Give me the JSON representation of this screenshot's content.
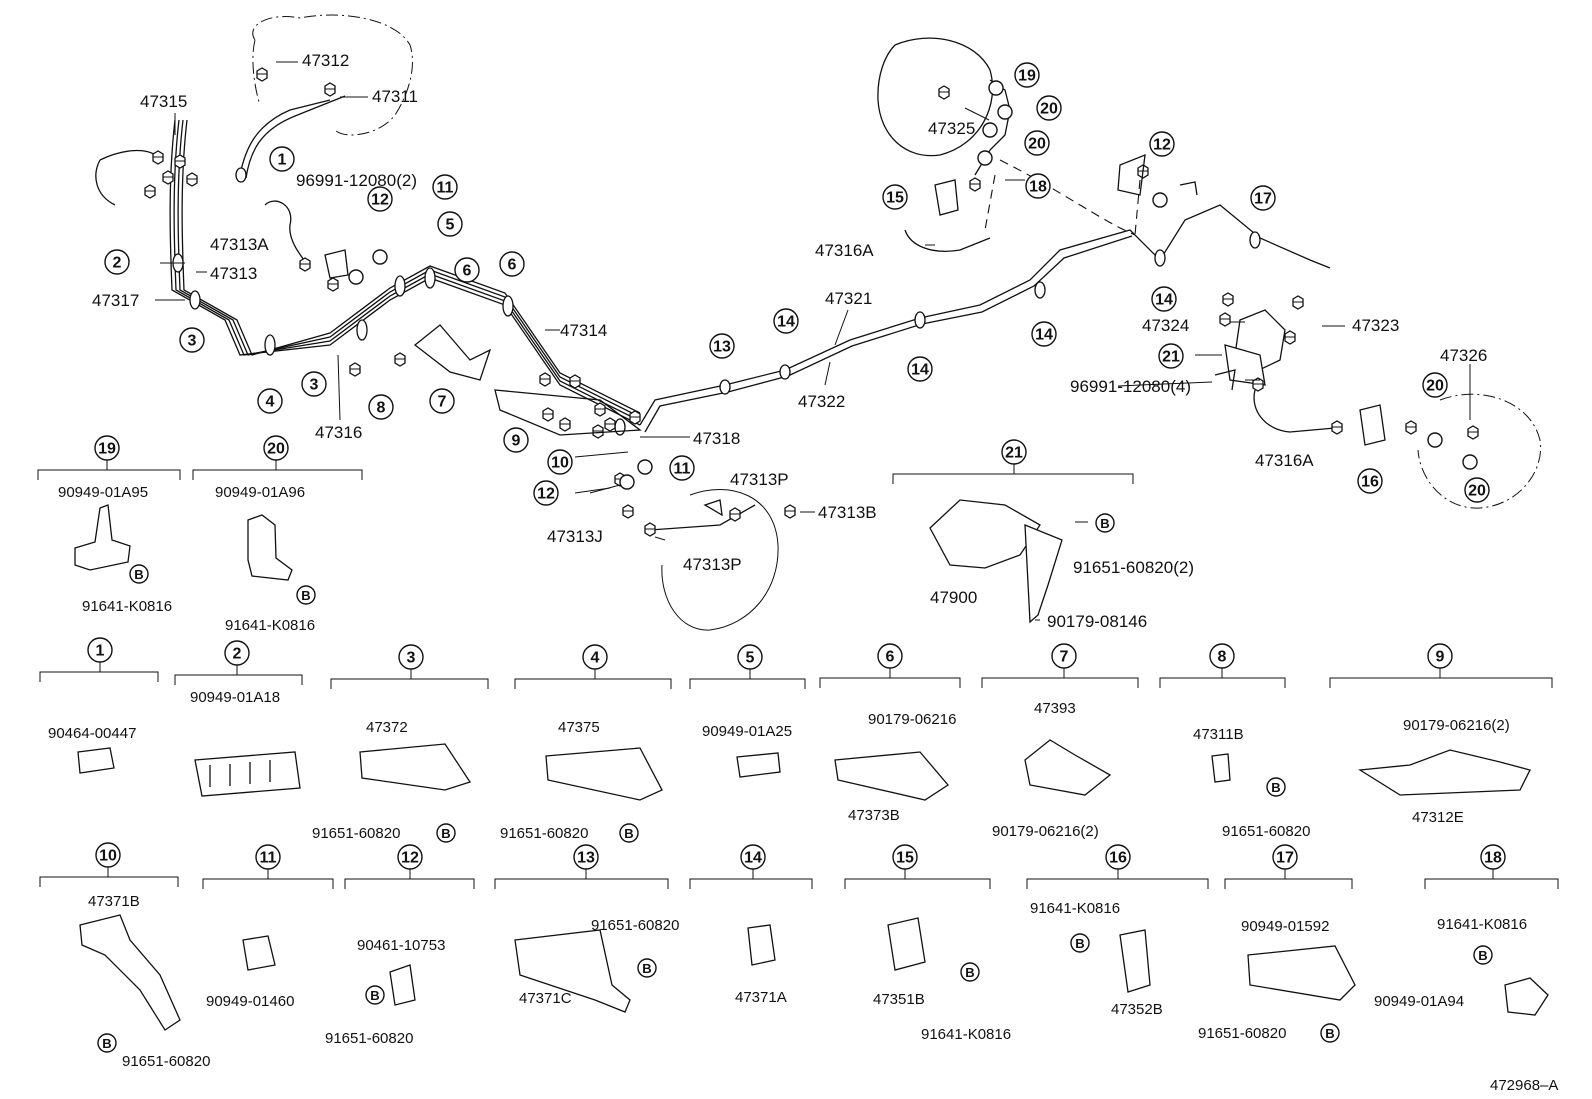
{
  "diagram": {
    "reference_code": "472968–A",
    "part_labels": {
      "p47312": "47312",
      "p47311": "47311",
      "p47315": "47315",
      "p96991_2": "96991-12080(2)",
      "p47313A": "47313A",
      "p47313": "47313",
      "p47317": "47317",
      "p47316": "47316",
      "p47314": "47314",
      "p47318": "47318",
      "p47313P_a": "47313P",
      "p47313P_b": "47313P",
      "p47313B": "47313B",
      "p47313J": "47313J",
      "p47321": "47321",
      "p47322": "47322",
      "p47325": "47325",
      "p47316A_a": "47316A",
      "p47316A_b": "47316A",
      "p47324": "47324",
      "p47323": "47323",
      "p96991_4": "96991-12080(4)",
      "p47326": "47326",
      "p47900": "47900",
      "p91651_2": "91651-60820(2)",
      "p90179_08146": "90179-08146"
    },
    "callouts": [
      {
        "id": "c1",
        "text": "1"
      },
      {
        "id": "c2",
        "text": "2"
      },
      {
        "id": "c3a",
        "text": "3"
      },
      {
        "id": "c3b",
        "text": "3"
      },
      {
        "id": "c4",
        "text": "4"
      },
      {
        "id": "c5",
        "text": "5"
      },
      {
        "id": "c6a",
        "text": "6"
      },
      {
        "id": "c6b",
        "text": "6"
      },
      {
        "id": "c7",
        "text": "7"
      },
      {
        "id": "c8",
        "text": "8"
      },
      {
        "id": "c9",
        "text": "9"
      },
      {
        "id": "c10",
        "text": "10"
      },
      {
        "id": "c11a",
        "text": "11"
      },
      {
        "id": "c11b",
        "text": "11"
      },
      {
        "id": "c12a",
        "text": "12"
      },
      {
        "id": "c12b",
        "text": "12"
      },
      {
        "id": "c12c",
        "text": "12"
      },
      {
        "id": "c13",
        "text": "13"
      },
      {
        "id": "c14a",
        "text": "14"
      },
      {
        "id": "c14b",
        "text": "14"
      },
      {
        "id": "c14c",
        "text": "14"
      },
      {
        "id": "c14d",
        "text": "14"
      },
      {
        "id": "c15",
        "text": "15"
      },
      {
        "id": "c16",
        "text": "16"
      },
      {
        "id": "c17",
        "text": "17"
      },
      {
        "id": "c18",
        "text": "18"
      },
      {
        "id": "c19",
        "text": "19"
      },
      {
        "id": "c20a",
        "text": "20"
      },
      {
        "id": "c20b",
        "text": "20"
      },
      {
        "id": "c20c",
        "text": "20"
      },
      {
        "id": "c20d",
        "text": "20"
      },
      {
        "id": "c21",
        "text": "21"
      }
    ],
    "detail_groups": [
      {
        "id": "19",
        "labels": [
          "90949-01A95",
          "91641-K0816"
        ]
      },
      {
        "id": "20",
        "labels": [
          "90949-01A96",
          "91641-K0816"
        ]
      },
      {
        "id": "21",
        "labels": []
      },
      {
        "id": "1",
        "labels": [
          "90464-00447"
        ]
      },
      {
        "id": "2",
        "labels": [
          "90949-01A18"
        ]
      },
      {
        "id": "3",
        "labels": [
          "47372",
          "91651-60820"
        ]
      },
      {
        "id": "4",
        "labels": [
          "47375",
          "91651-60820"
        ]
      },
      {
        "id": "5",
        "labels": [
          "90949-01A25"
        ]
      },
      {
        "id": "6",
        "labels": [
          "90179-06216",
          "47373B"
        ]
      },
      {
        "id": "7",
        "labels": [
          "47393",
          "90179-06216(2)"
        ]
      },
      {
        "id": "8",
        "labels": [
          "47311B",
          "91651-60820"
        ]
      },
      {
        "id": "9",
        "labels": [
          "90179-06216(2)",
          "47312E"
        ]
      },
      {
        "id": "10",
        "labels": [
          "47371B",
          "91651-60820"
        ]
      },
      {
        "id": "11",
        "labels": [
          "90949-01460"
        ]
      },
      {
        "id": "12",
        "labels": [
          "90461-10753",
          "91651-60820"
        ]
      },
      {
        "id": "13",
        "labels": [
          "91651-60820",
          "47371C"
        ]
      },
      {
        "id": "14",
        "labels": [
          "47371A"
        ]
      },
      {
        "id": "15",
        "labels": [
          "47351B",
          "91641-K0816"
        ]
      },
      {
        "id": "16",
        "labels": [
          "91641-K0816",
          "47352B"
        ]
      },
      {
        "id": "17",
        "labels": [
          "90949-01592",
          "91651-60820"
        ]
      },
      {
        "id": "18",
        "labels": [
          "91641-K0816",
          "90949-01A94"
        ]
      }
    ],
    "bolt_marker": "B"
  }
}
